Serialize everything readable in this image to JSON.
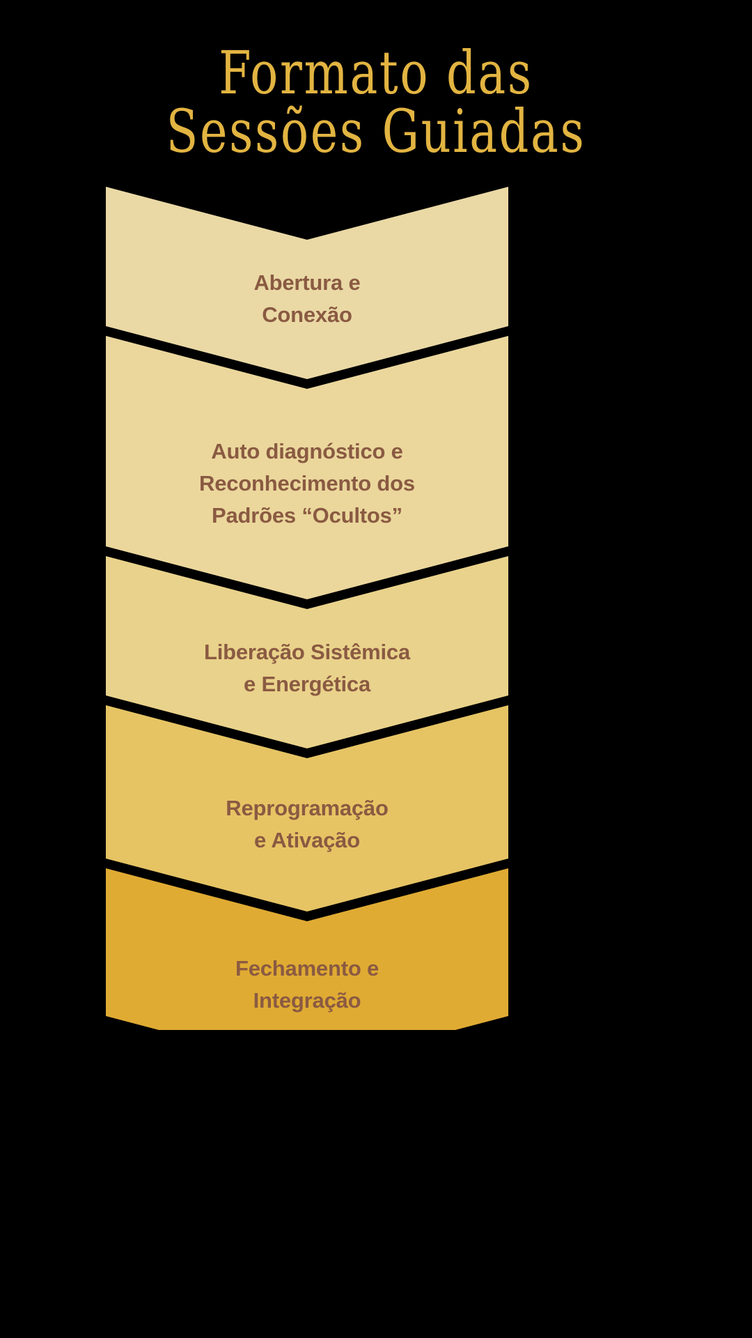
{
  "title": {
    "line1": "Formato das",
    "line2": "Sessões Guiadas",
    "color": "#e2b441"
  },
  "theme": {
    "background": "#000000",
    "text_color": "#8a5a42",
    "title_color": "#e2b441"
  },
  "funnel": {
    "steps": [
      {
        "index": 1,
        "label": "Abertura e\nConexão",
        "fill": "#ead9a5"
      },
      {
        "index": 2,
        "label": "Auto diagnóstico e\nReconhecimento dos\nPadrões “Ocultos”",
        "fill": "#ebd79c"
      },
      {
        "index": 3,
        "label": "Liberação Sistêmica\ne Energética",
        "fill": "#e9d28b"
      },
      {
        "index": 4,
        "label": "Reprogramação\ne Ativação",
        "fill": "#e6c464"
      },
      {
        "index": 5,
        "label": "Fechamento e\nIntegração",
        "fill": "#e0ab33"
      }
    ]
  }
}
